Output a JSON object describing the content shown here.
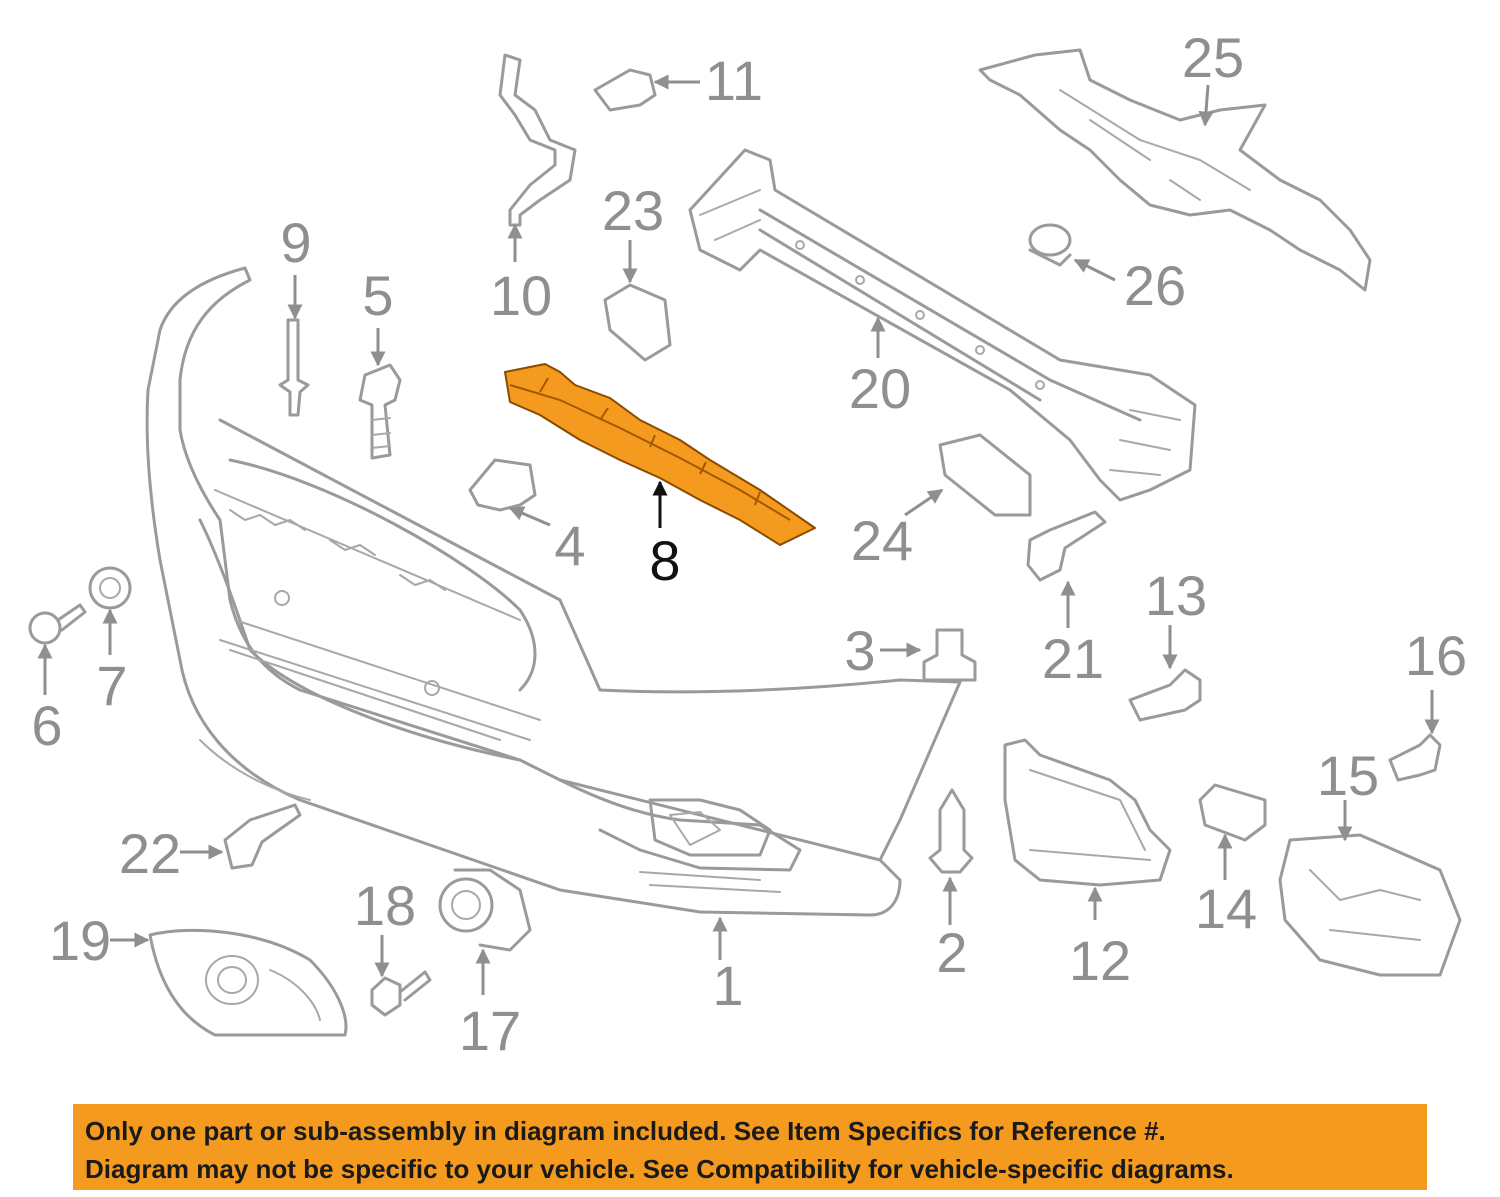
{
  "highlight": {
    "accent_color": "#f39a1f",
    "part": "8"
  },
  "callouts": [
    {
      "id": "1",
      "label": "1"
    },
    {
      "id": "2",
      "label": "2"
    },
    {
      "id": "3",
      "label": "3"
    },
    {
      "id": "4",
      "label": "4"
    },
    {
      "id": "5",
      "label": "5"
    },
    {
      "id": "6",
      "label": "6"
    },
    {
      "id": "7",
      "label": "7"
    },
    {
      "id": "8",
      "label": "8"
    },
    {
      "id": "9",
      "label": "9"
    },
    {
      "id": "10",
      "label": "10"
    },
    {
      "id": "11",
      "label": "11"
    },
    {
      "id": "12",
      "label": "12"
    },
    {
      "id": "13",
      "label": "13"
    },
    {
      "id": "14",
      "label": "14"
    },
    {
      "id": "15",
      "label": "15"
    },
    {
      "id": "16",
      "label": "16"
    },
    {
      "id": "17",
      "label": "17"
    },
    {
      "id": "18",
      "label": "18"
    },
    {
      "id": "19",
      "label": "19"
    },
    {
      "id": "20",
      "label": "20"
    },
    {
      "id": "21",
      "label": "21"
    },
    {
      "id": "22",
      "label": "22"
    },
    {
      "id": "23",
      "label": "23"
    },
    {
      "id": "24",
      "label": "24"
    },
    {
      "id": "25",
      "label": "25"
    },
    {
      "id": "26",
      "label": "26"
    }
  ],
  "banner": {
    "line1": "Only one part or sub-assembly in diagram included. See Item Specifics for Reference #.",
    "line2": "Diagram may not be specific to your vehicle. See Compatibility for vehicle-specific diagrams."
  }
}
